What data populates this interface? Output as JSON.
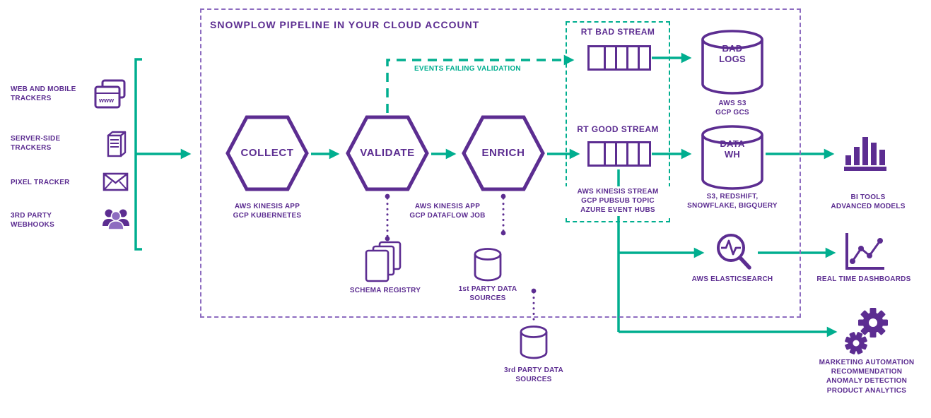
{
  "colors": {
    "purple": "#5C2D91",
    "teal": "#00AE8F",
    "light_purple": "#8d6cc0"
  },
  "title": "SNOWPLOW PIPELINE IN YOUR CLOUD ACCOUNT",
  "sources": {
    "web": "WEB AND MOBILE\nTRACKERS",
    "server": "SERVER-SIDE\nTRACKERS",
    "pixel": "PIXEL TRACKER",
    "webhooks": "3RD PARTY\nWEBHOOKS"
  },
  "stages": {
    "collect": "COLLECT",
    "validate": "VALIDATE",
    "enrich": "ENRICH",
    "collect_caption": "AWS KINESIS APP\nGCP KUBERNETES",
    "validate_caption": "AWS KINESIS APP\nGCP DATAFLOW JOB"
  },
  "flows": {
    "failing_label": "EVENTS FAILING VALIDATION"
  },
  "streams": {
    "bad": "RT BAD STREAM",
    "good": "RT GOOD STREAM",
    "caption": "AWS KINESIS STREAM\nGCP PUBSUB TOPIC\nAZURE EVENT HUBS"
  },
  "storage": {
    "bad_logs": "BAD\nLOGS",
    "bad_logs_caption": "AWS S3\nGCP GCS",
    "data_wh": "DATA\nWH",
    "data_wh_caption": "S3, REDSHIFT,\nSNOWFLAKE, BIGQUERY"
  },
  "consumers": {
    "bi": "BI TOOLS\nADVANCED MODELS",
    "elasticsearch": "AWS ELASTICSEARCH",
    "dashboards": "REAL TIME DASHBOARDS",
    "activation": "MARKETING AUTOMATION\nRECOMMENDATION\nANOMALY DETECTION\nPRODUCT ANALYTICS"
  },
  "aux": {
    "schema_registry": "SCHEMA REGISTRY",
    "first_party": "1st PARTY DATA\nSOURCES",
    "third_party": "3rd PARTY DATA\nSOURCES"
  },
  "misc": {
    "browser_icon_text": "www"
  }
}
